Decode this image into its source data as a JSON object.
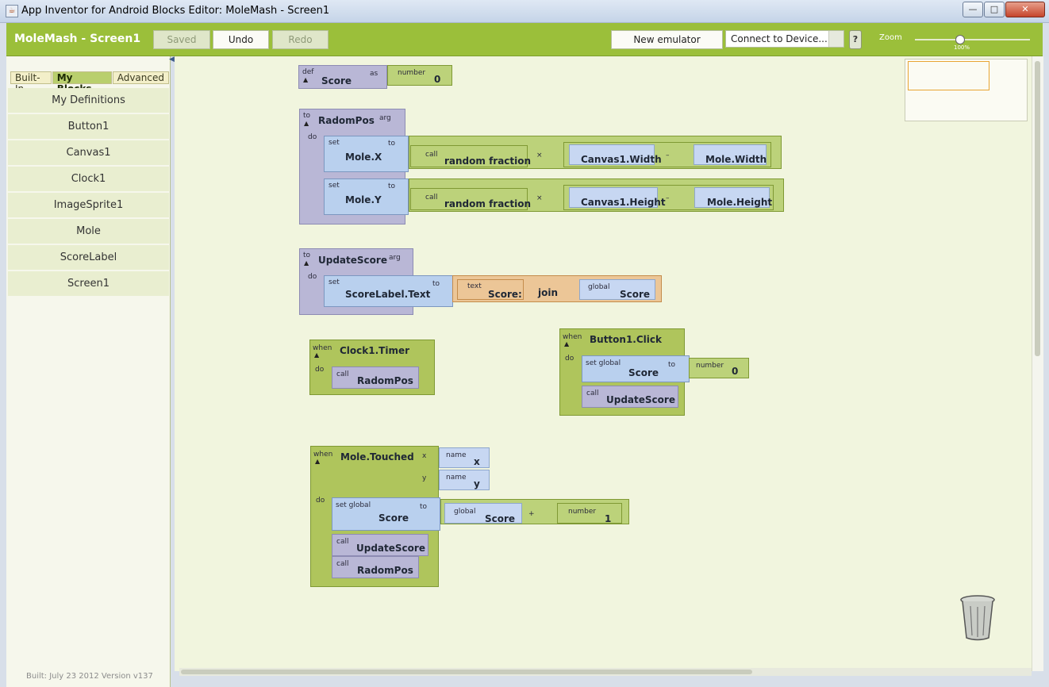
{
  "window": {
    "title": "App Inventor for Android Blocks Editor: MoleMash - Screen1",
    "controls": {
      "minimize": "—",
      "maximize": "□",
      "close": "✕"
    }
  },
  "toolbar": {
    "project": "MoleMash - Screen1",
    "saved": "Saved",
    "undo": "Undo",
    "redo": "Redo",
    "new_emulator": "New emulator",
    "connect": "Connect to Device...",
    "help": "?",
    "zoom_label": "Zoom",
    "zoom_value": "100%"
  },
  "sidebar": {
    "tabs": [
      "Built-In",
      "My Blocks",
      "Advanced"
    ],
    "active_tab": "My Blocks",
    "drawers": [
      "My Definitions",
      "Button1",
      "Canvas1",
      "Clock1",
      "ImageSprite1",
      "Mole",
      "ScoreLabel",
      "Screen1"
    ],
    "built": "Built: July 23 2012 Version v137"
  },
  "blocks": {
    "def_score": {
      "kw_def": "def",
      "name": "Score",
      "kw_as": "as",
      "kw_number": "number",
      "value": "0"
    },
    "radompos": {
      "kw_to": "to",
      "name": "RadomPos",
      "kw_arg": "arg",
      "kw_do": "do",
      "set_x": {
        "kw_set": "set",
        "target": "Mole.X",
        "kw_to": "to",
        "kw_call": "call",
        "fn": "random fraction",
        "op": "×",
        "a": "Canvas1.Width",
        "minus": "–",
        "b": "Mole.Width"
      },
      "set_y": {
        "kw_set": "set",
        "target": "Mole.Y",
        "kw_to": "to",
        "kw_call": "call",
        "fn": "random fraction",
        "op": "×",
        "a": "Canvas1.Height",
        "minus": "–",
        "b": "Mole.Height"
      }
    },
    "updatescore": {
      "kw_to": "to",
      "name": "UpdateScore",
      "kw_arg": "arg",
      "kw_do": "do",
      "kw_set": "set",
      "target": "ScoreLabel.Text",
      "kw_to2": "to",
      "kw_text": "text",
      "text_val": "Score:",
      "join": "join",
      "kw_global": "global",
      "global_val": "Score"
    },
    "clock_timer": {
      "kw_when": "when",
      "name": "Clock1.Timer",
      "kw_do": "do",
      "kw_call": "call",
      "call_name": "RadomPos"
    },
    "button_click": {
      "kw_when": "when",
      "name": "Button1.Click",
      "kw_do": "do",
      "kw_set_global": "set global",
      "target": "Score",
      "kw_to": "to",
      "kw_number": "number",
      "value": "0",
      "kw_call": "call",
      "call_name": "UpdateScore"
    },
    "mole_touched": {
      "kw_when": "when",
      "name": "Mole.Touched",
      "kw_x": "x",
      "kw_y": "y",
      "kw_name": "name",
      "param_x": "x",
      "param_y": "y",
      "kw_do": "do",
      "kw_set_global": "set global",
      "target": "Score",
      "kw_to": "to",
      "kw_global": "global",
      "global_val": "Score",
      "plus": "+",
      "kw_number": "number",
      "num": "1",
      "kw_call": "call",
      "call1": "UpdateScore",
      "call2": "RadomPos"
    }
  },
  "colors": {
    "toolbar": "#9bbf3a",
    "workspace": "#f1f5de",
    "procedure": "#b9b7d6",
    "variable": "#b9d0ee",
    "math": "#bcd27a",
    "text": "#ecc697"
  },
  "icons": {
    "trash": "trash-can-icon",
    "minimap": "workspace-minimap"
  }
}
